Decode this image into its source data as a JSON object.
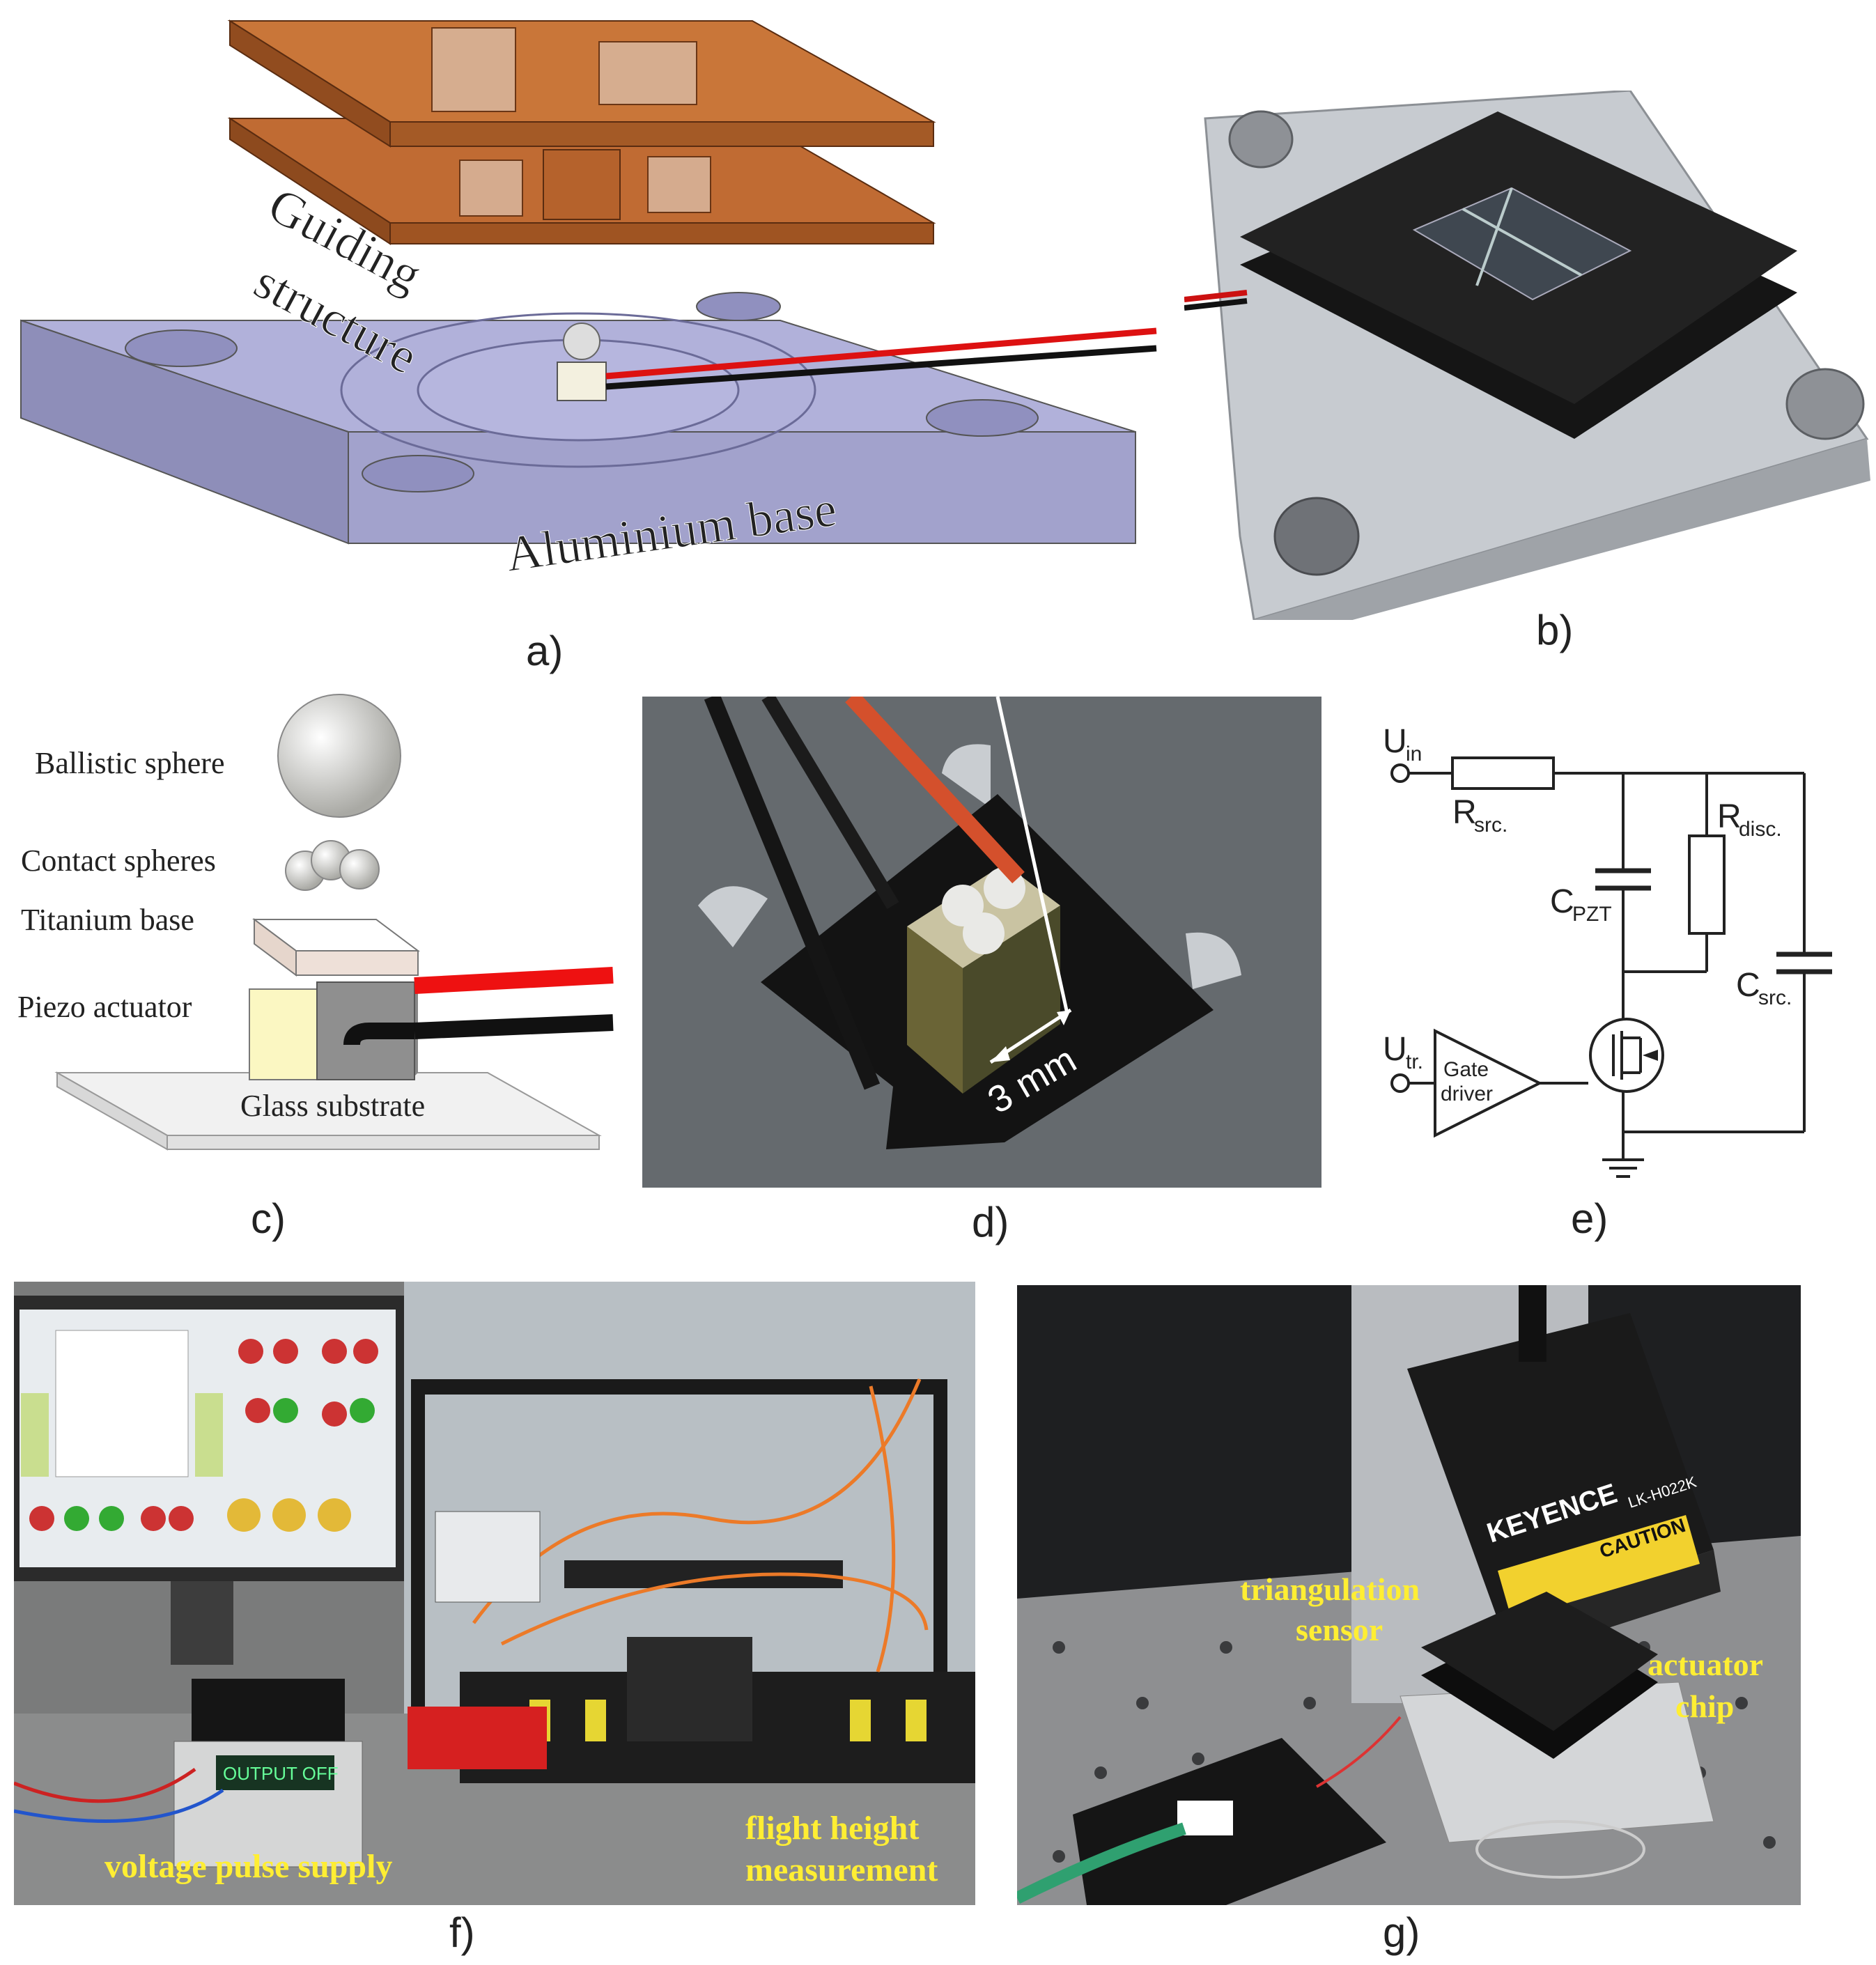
{
  "panels": {
    "a": {
      "caption": "a)",
      "label_guiding_line1": "Guiding",
      "label_guiding_line2": "structure",
      "label_base": "Aluminium base"
    },
    "b": {
      "caption": "b)"
    },
    "c": {
      "caption": "c)",
      "ballistic": "Ballistic sphere",
      "contact": "Contact spheres",
      "titanium": "Titanium base",
      "piezo": "Piezo actuator",
      "glass": "Glass substrate"
    },
    "d": {
      "caption": "d)",
      "scale": "3 mm"
    },
    "e": {
      "caption": "e)",
      "u_in": "U",
      "u_in_sub": "in",
      "r_src": "R",
      "r_src_sub": "src.",
      "r_disc": "R",
      "r_disc_sub": "disc.",
      "c_pzt": "C",
      "c_pzt_sub": "PZT",
      "c_src": "C",
      "c_src_sub": "src.",
      "u_tr": "U",
      "u_tr_sub": "tr.",
      "gate1": "Gate",
      "gate2": "driver"
    },
    "f": {
      "caption": "f)",
      "voltage": "voltage pulse supply",
      "flight1": "flight height",
      "flight2": "measurement",
      "display": "OUTPUT OFF"
    },
    "g": {
      "caption": "g)",
      "tri1": "triangulation",
      "tri2": "sensor",
      "act1": "actuator",
      "act2": "chip",
      "brand": "KEYENCE",
      "model": "LK-H022K",
      "caution": "CAUTION"
    }
  },
  "colors": {
    "wood": "#b8652f",
    "aluminium": "#a7a7d2",
    "annot_yellow": "#ffee33"
  }
}
